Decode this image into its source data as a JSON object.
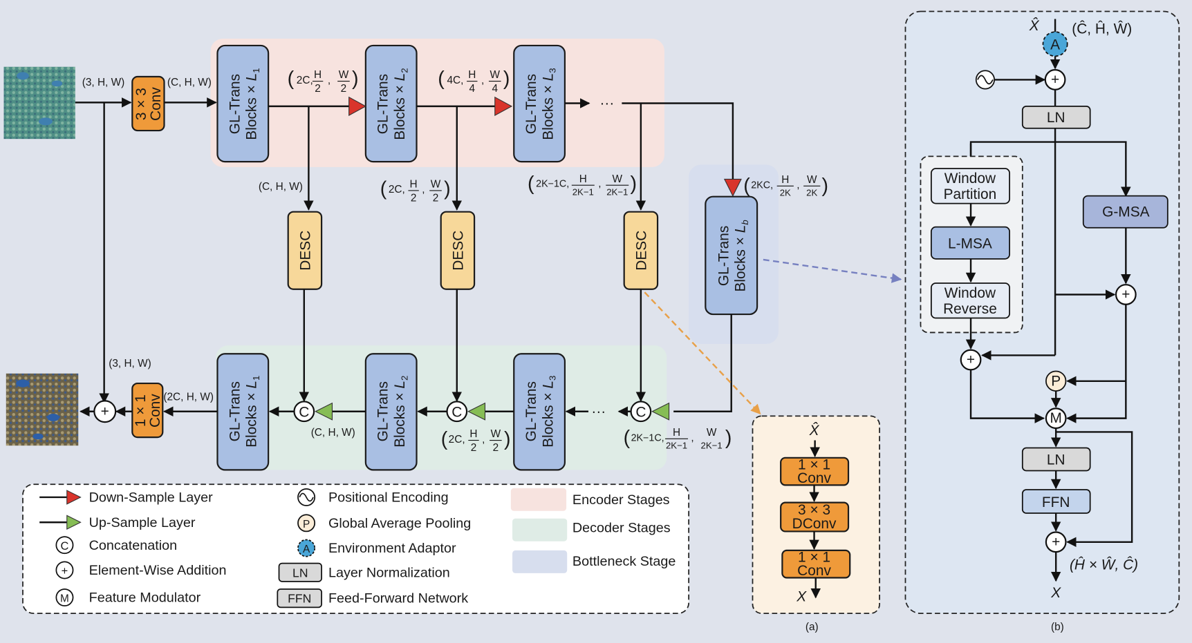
{
  "figure": {
    "inputs": {
      "input_shape": "(3, H, W)",
      "conv_in_label_1": "3 × 3",
      "conv_in_label_2": "Conv",
      "after_conv_shape": "(C, H, W)"
    },
    "encoder": {
      "blocks": [
        {
          "line1": "GL-Trans",
          "line2": "Blocks × ",
          "sub": "L",
          "subidx": "1"
        },
        {
          "line1": "GL-Trans",
          "line2": "Blocks × ",
          "sub": "L",
          "subidx": "2"
        },
        {
          "line1": "GL-Trans",
          "line2": "Blocks × ",
          "sub": "L",
          "subidx": "3"
        }
      ],
      "shapes": {
        "s1_num": "2C,",
        "s1_h": "H",
        "s1_hd": "2",
        "s1_w": "W",
        "s1_wd": "2",
        "s2_num": "4C,",
        "s2_h": "H",
        "s2_hd": "4",
        "s2_w": "W",
        "s2_wd": "4"
      },
      "skip_shapes": {
        "k1": "(C, H, W)",
        "k2_num": "2C,",
        "k2_h": "H",
        "k2_hd": "2",
        "k2_w": "W",
        "k2_wd": "2",
        "k3_num": "2K−1C,",
        "k3_h": "H",
        "k3_hd": "2K−1",
        "k3_w": "W",
        "k3_wd": "2K−1"
      },
      "ellipsis": "···"
    },
    "desc_label": "DESC",
    "bottleneck": {
      "line1": "GL-Trans",
      "line2": "Blocks × ",
      "sub": "L",
      "subidx": "b",
      "shape_num": "2KC,",
      "shape_h": "H",
      "shape_hd": "2K",
      "shape_w": "W",
      "shape_wd": "2K"
    },
    "decoder": {
      "blocks": [
        {
          "line1": "GL-Trans",
          "line2": "Blocks × ",
          "sub": "L",
          "subidx": "1"
        },
        {
          "line1": "GL-Trans",
          "line2": "Blocks × ",
          "sub": "L",
          "subidx": "2"
        },
        {
          "line1": "GL-Trans",
          "line2": "Blocks × ",
          "sub": "L",
          "subidx": "3"
        }
      ],
      "concat": "C",
      "shapes": {
        "d1": "(C, H, W)",
        "d2_num": "2C,",
        "d2_h": "H",
        "d2_hd": "2",
        "d2_w": "W",
        "d2_wd": "2",
        "d3_num": "2K−1C,",
        "d3_h": "H",
        "d3_hd": "2K−1",
        "d3_w": "W",
        "d3_wd": "2K−1"
      },
      "out_shape": "(2C, H, W)",
      "conv_out_label_1": "1 × 1",
      "conv_out_label_2": "Conv",
      "residual_shape": "(3, H, W)",
      "plus": "+",
      "ellipsis": "···"
    },
    "legend": {
      "col1": [
        {
          "icon": "down-sample-arrow",
          "label": "Down-Sample Layer"
        },
        {
          "icon": "up-sample-arrow",
          "label": "Up-Sample Layer"
        },
        {
          "icon": "concatenation-circle",
          "glyph": "C",
          "label": "Concatenation"
        },
        {
          "icon": "addition-circle",
          "glyph": "+",
          "label": "Element-Wise Addition"
        },
        {
          "icon": "modulator-circle",
          "glyph": "M",
          "label": "Feature Modulator"
        }
      ],
      "col2": [
        {
          "icon": "sine-wave",
          "label": "Positional Encoding"
        },
        {
          "icon": "pooling-circle",
          "glyph": "P",
          "label": "Global Average Pooling"
        },
        {
          "icon": "adaptor-circle",
          "glyph": "A",
          "label": "Environment Adaptor"
        },
        {
          "icon": "ln-box",
          "glyph": "LN",
          "label": "Layer Normalization"
        },
        {
          "icon": "ffn-box",
          "glyph": "FFN",
          "label": "Feed-Forward Network"
        }
      ],
      "col3": [
        {
          "swatch": "#f7e3df",
          "label": "Encoder Stages"
        },
        {
          "swatch": "#dfece6",
          "label": "Decoder Stages"
        },
        {
          "swatch": "#d7deee",
          "label": "Bottleneck Stage"
        }
      ]
    },
    "panel_a": {
      "input": "X̂",
      "blocks": [
        {
          "l1": "1 × 1",
          "l2": "Conv"
        },
        {
          "l1": "3 × 3",
          "l2": "DConv"
        },
        {
          "l1": "1 × 1",
          "l2": "Conv"
        }
      ],
      "output": "X",
      "caption": "(a)"
    },
    "panel_b": {
      "input": "X̂",
      "input_shape": "(Ĉ, Ĥ, Ŵ)",
      "adaptor": "A",
      "plus": "+",
      "ln": "LN",
      "window_partition_1": "Window",
      "window_partition_2": "Partition",
      "lmsa": "L-MSA",
      "window_reverse_1": "Window",
      "window_reverse_2": "Reverse",
      "gmsa": "G-MSA",
      "pool": "P",
      "mod": "M",
      "ln2": "LN",
      "ffn": "FFN",
      "output_shape": "(Ĥ × Ŵ, Ĉ)",
      "output": "X",
      "caption": "(b)"
    },
    "colors": {
      "background": "#dfe3ec",
      "encoder_region": "#f7e3df",
      "decoder_region": "#dfece6",
      "bottleneck_region": "#d7deee",
      "gl_block": "#a9bfe3",
      "desc_block": "#f7d89a",
      "conv_block": "#ef9a3a",
      "down_sample": "#d9342b",
      "up_sample": "#86bd55",
      "adaptor": "#4aa6d8",
      "pooling": "#fbedd8",
      "ln_block": "#d9d9d9",
      "ffn_block": "#c3d4ec",
      "gmsa_block": "#a7b5da",
      "lmsa_block": "#a9bfe3",
      "panel_a_bg": "#fcf1e2",
      "panel_b_bg": "#dde6f2",
      "dashed_link_b": "#7680c0",
      "dashed_link_a": "#e8a048"
    }
  }
}
